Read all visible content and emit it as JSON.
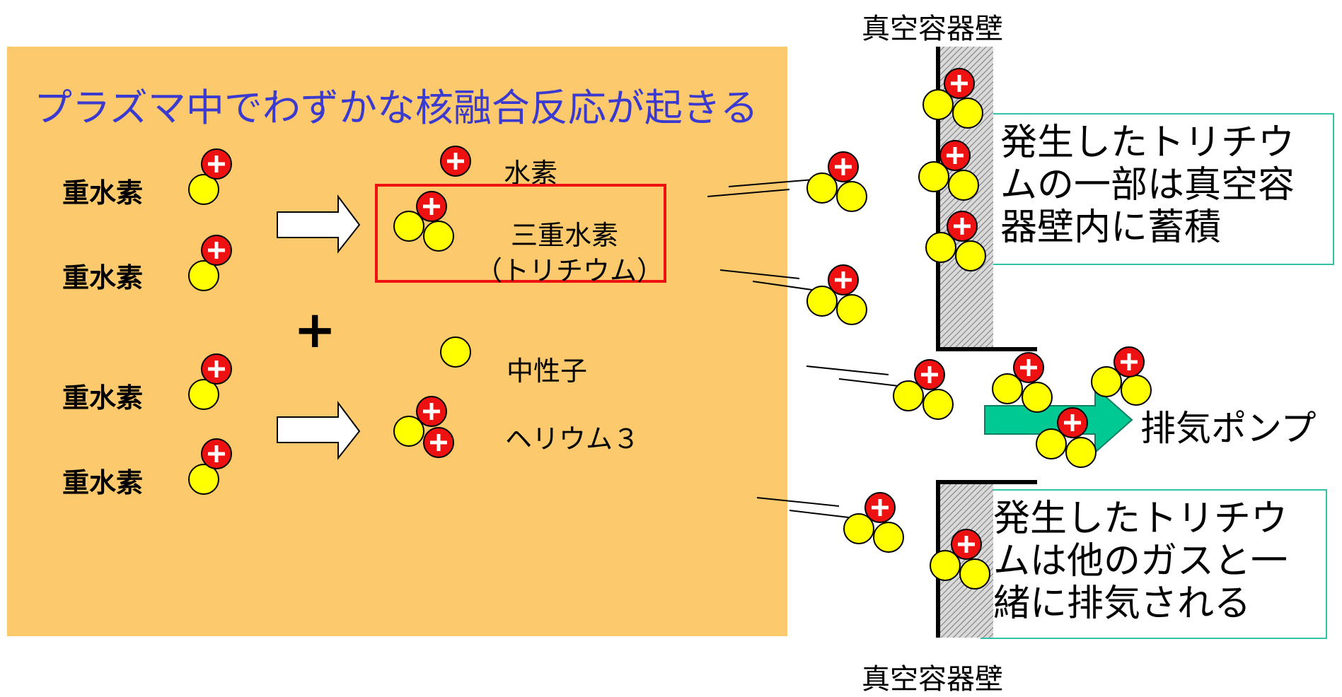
{
  "heading": "プラズマ中でわずかな核融合反応が起きる",
  "reactants": [
    "重水素",
    "重水素",
    "重水素",
    "重水素"
  ],
  "plus_sign": "+",
  "products": {
    "hydrogen": "水素",
    "tritium": "三重水素",
    "tritium_alt": "（トリチウム）",
    "neutron": "中性子",
    "helium3": "ヘリウム３"
  },
  "wall_label_top": "真空容器壁",
  "wall_label_bottom": "真空容器壁",
  "note_upper": "発生したトリチウムの一部は真空容器壁内に蓄積",
  "note_lower": "発生したトリチウムは他のガスと一緒に排気される",
  "pump_label": "排気ポンプ",
  "colors": {
    "plasma_background": "#fcc96c",
    "heading": "#3a3ad0",
    "proton": "#ee1111",
    "neutron": "#ffff00",
    "highlight_box": "#ee1111",
    "pump_arrow": "#00c994",
    "note_border": "#33c2a6"
  }
}
